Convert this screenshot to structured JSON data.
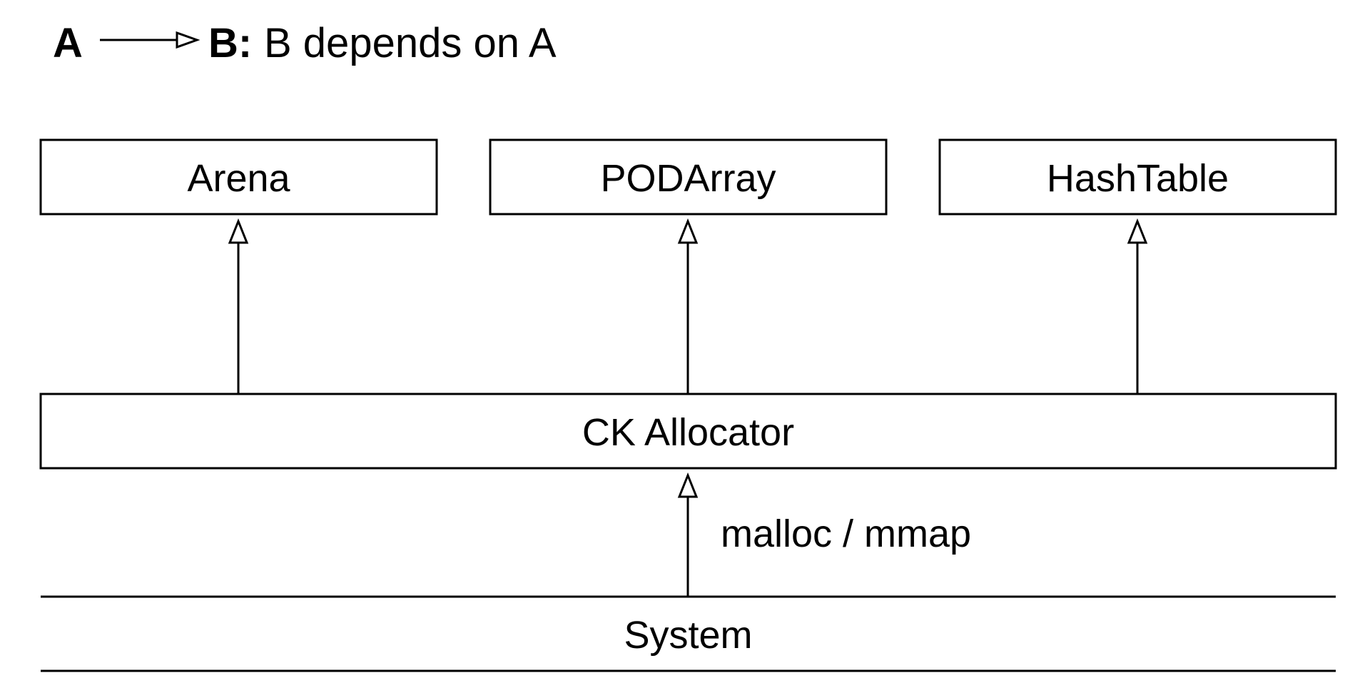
{
  "legend": {
    "from": "A",
    "to": "B:",
    "description": "B depends on A"
  },
  "nodes": {
    "arena": "Arena",
    "podarray": "PODArray",
    "hashtable": "HashTable",
    "allocator": "CK Allocator",
    "system": "System"
  },
  "edges": [
    {
      "from": "CK Allocator",
      "to": "Arena"
    },
    {
      "from": "CK Allocator",
      "to": "PODArray"
    },
    {
      "from": "CK Allocator",
      "to": "HashTable"
    },
    {
      "from": "System",
      "to": "CK Allocator",
      "label": "malloc / mmap"
    }
  ],
  "labels": {
    "system_edge": "malloc / mmap"
  }
}
